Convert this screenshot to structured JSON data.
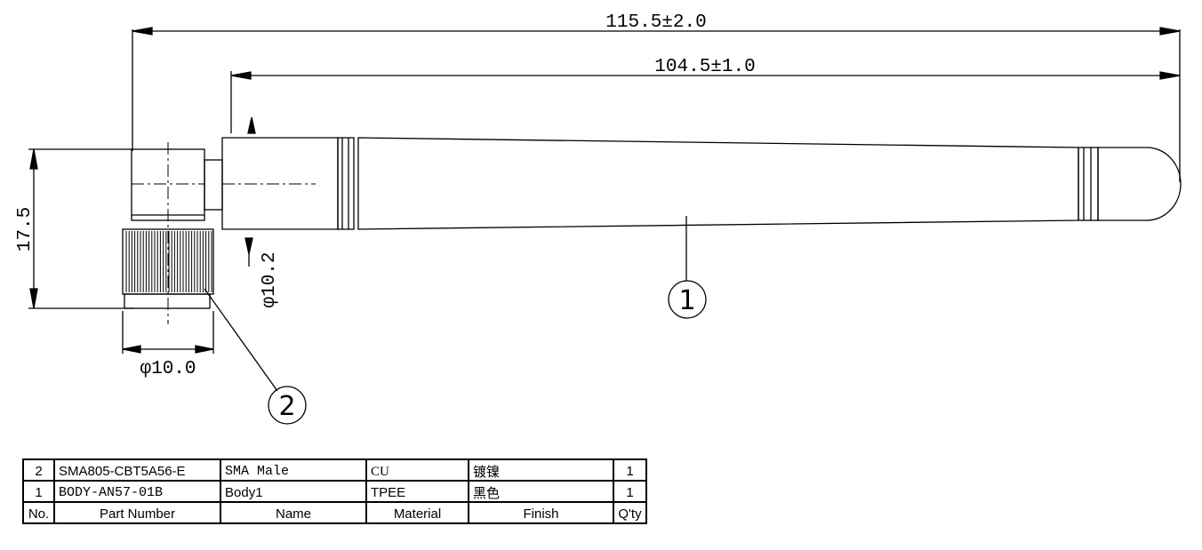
{
  "dimensions": {
    "overall_length": "115.5±2.0",
    "whip_length": "104.5±1.0",
    "height": "17.5",
    "whip_diameter": "φ10.2",
    "nut_diameter": "φ10.0"
  },
  "balloons": {
    "body": "1",
    "connector": "2"
  },
  "bom": {
    "headers": {
      "no": "No.",
      "part_number": "Part Number",
      "name": "Name",
      "material": "Material",
      "finish": "Finish",
      "qty": "Q'ty"
    },
    "rows": [
      {
        "no": "2",
        "part_number": "SMA805-CBT5A56-E",
        "name": "SMA Male",
        "material": "CU",
        "finish": "镀镍",
        "qty": "1"
      },
      {
        "no": "1",
        "part_number": "BODY-AN57-01B",
        "name": "Body1",
        "material": "TPEE",
        "finish": "黑色",
        "qty": "1"
      }
    ]
  }
}
